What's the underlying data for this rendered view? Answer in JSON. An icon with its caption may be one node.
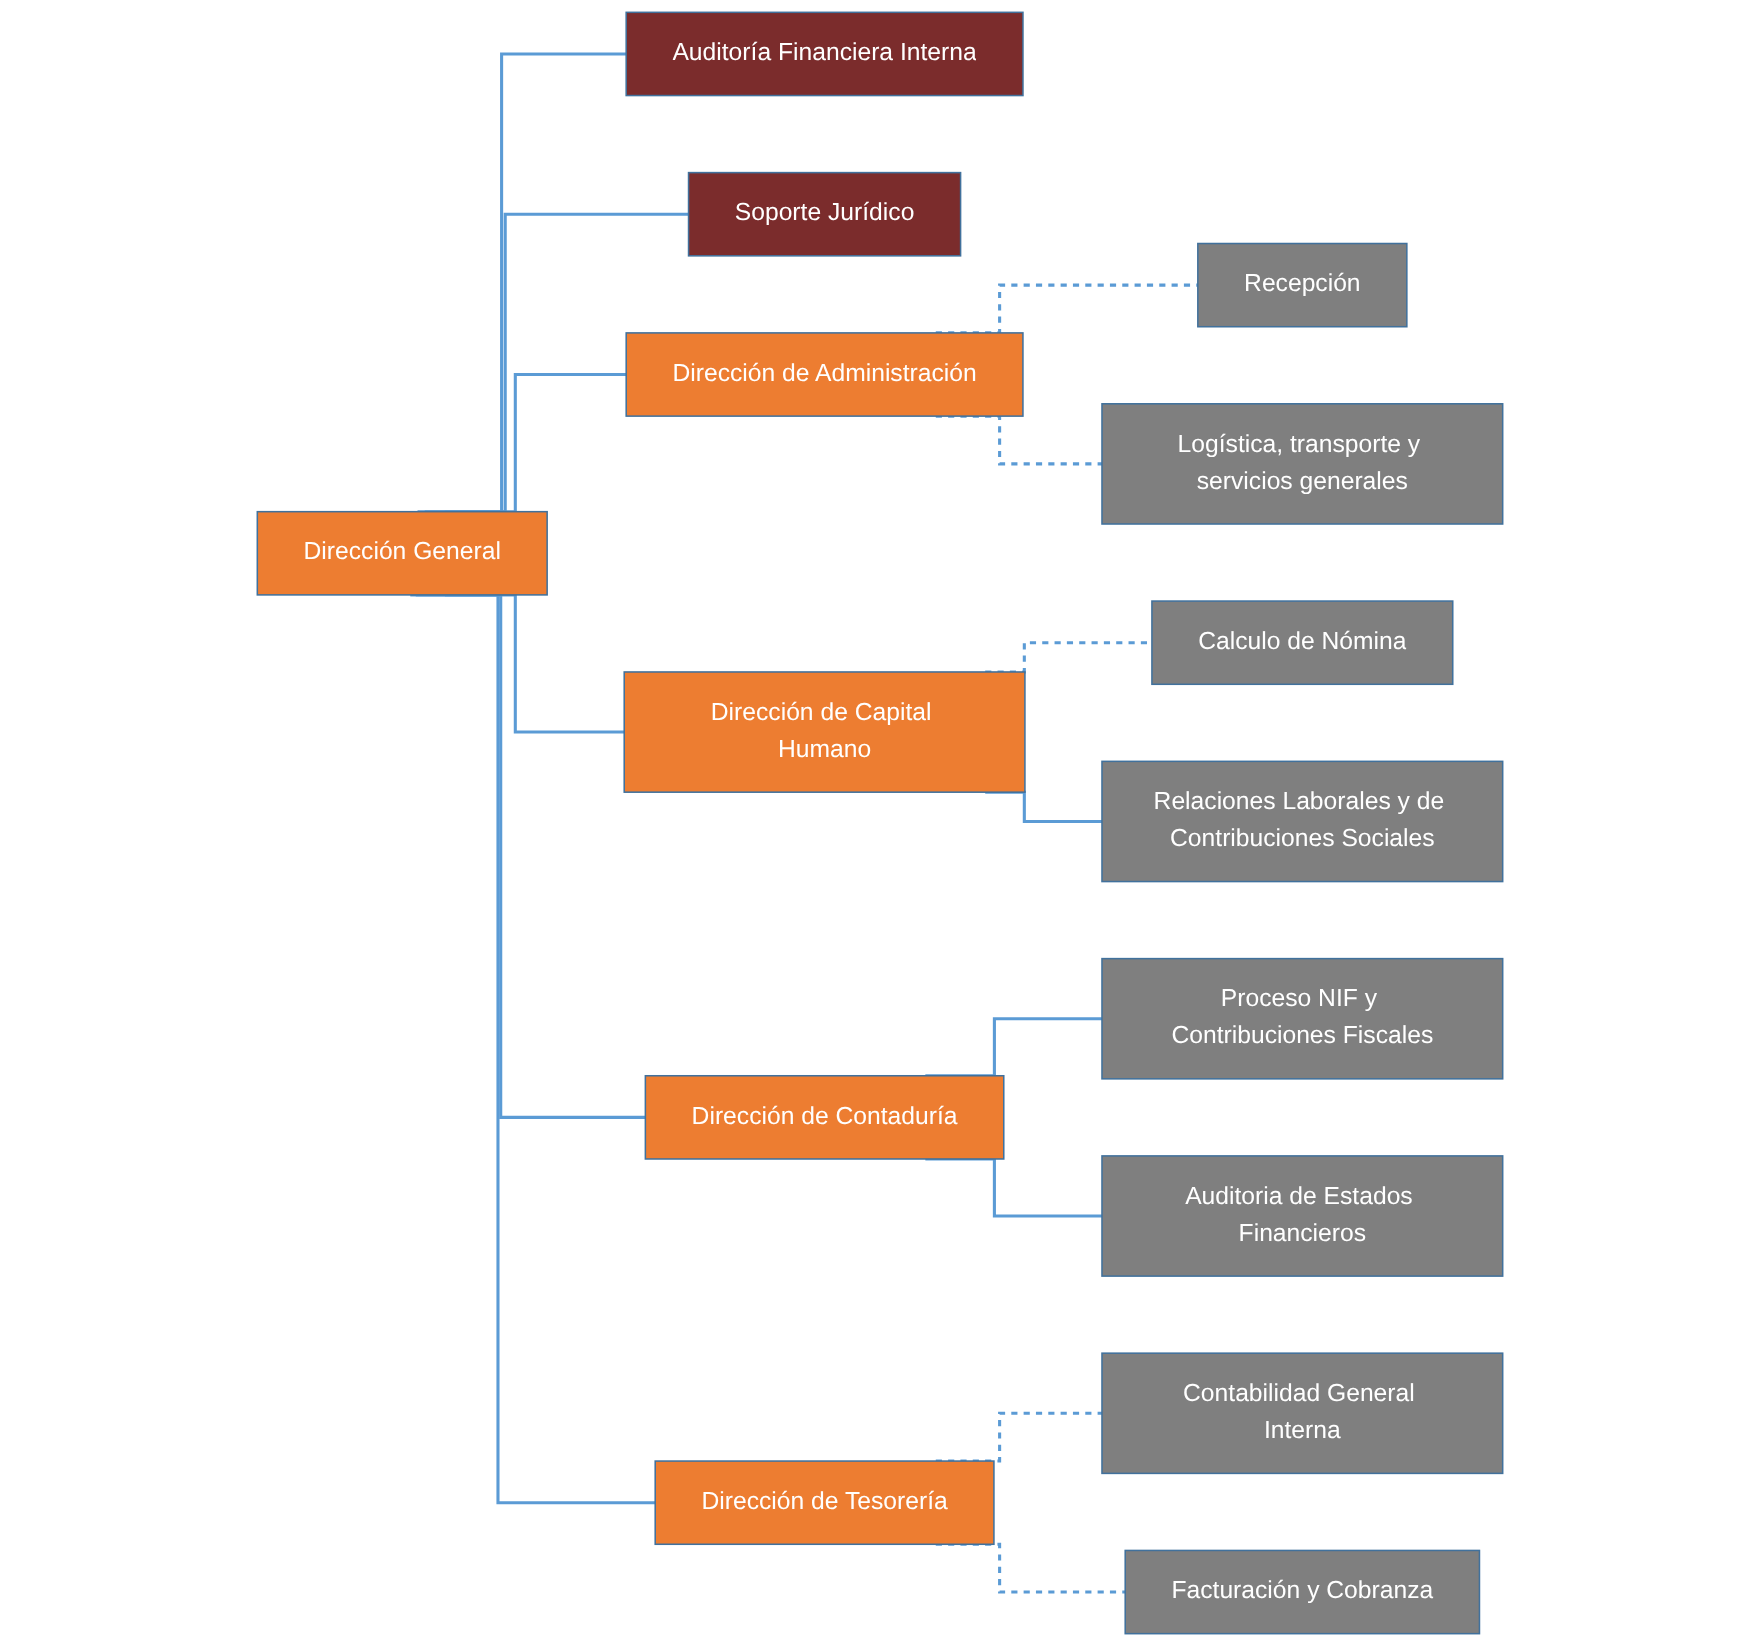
{
  "diagram": {
    "nodes": [
      {
        "text": [
          "Dirección General"
        ]
      },
      {
        "text": [
          "Auditoría Financiera Interna"
        ]
      },
      {
        "text": [
          "Soporte Jurídico"
        ]
      },
      {
        "text": [
          "Dirección de Administración"
        ]
      },
      {
        "text": [
          "Recepción"
        ]
      },
      {
        "text": [
          "Logística, transporte y servicios generales"
        ]
      },
      {
        "text": [
          "Dirección de Capital Humano"
        ]
      },
      {
        "text": [
          "Calculo de Nómina"
        ]
      },
      {
        "text": [
          "Relaciones Laborales y de Contribuciones Sociales"
        ]
      },
      {
        "text": [
          "Dirección de Contaduría"
        ]
      },
      {
        "text": [
          "Proceso NIF y Contribuciones Fiscales"
        ]
      },
      {
        "text": [
          "Auditoria de Estados Financieros"
        ]
      },
      {
        "text": [
          "Dirección de Tesorería"
        ]
      },
      {
        "text": [
          "Contabilidad General Interna"
        ]
      },
      {
        "text": [
          "Facturación y Cobranza"
        ]
      }
    ],
    "edges": [
      {
        "from": 0,
        "to": 1,
        "arrow": "none"
      },
      {
        "from": 0,
        "to": 2,
        "arrow": "none"
      },
      {
        "from": 0,
        "to": 3,
        "arrow": "none"
      },
      {
        "from": 0,
        "to": 6,
        "arrow": "none"
      },
      {
        "from": 0,
        "to": 9,
        "arrow": "none"
      },
      {
        "from": 0,
        "to": 12,
        "arrow": "none"
      },
      {
        "from": 3,
        "to": 4,
        "arrow": "none",
        "style": "dashed"
      },
      {
        "from": 3,
        "to": 5,
        "arrow": "none",
        "style": "dashed"
      },
      {
        "from": 6,
        "to": 7,
        "arrow": "none",
        "style": "dashed"
      },
      {
        "from": 6,
        "to": 8,
        "arrow": "none"
      },
      {
        "from": 9,
        "to": 10,
        "arrow": "none"
      },
      {
        "from": 9,
        "to": 11,
        "arrow": "none"
      },
      {
        "from": 12,
        "to": 13,
        "arrow": "none",
        "style": "dashed"
      },
      {
        "from": 12,
        "to": 14,
        "arrow": "none",
        "style": "dashed"
      }
    ]
  }
}
